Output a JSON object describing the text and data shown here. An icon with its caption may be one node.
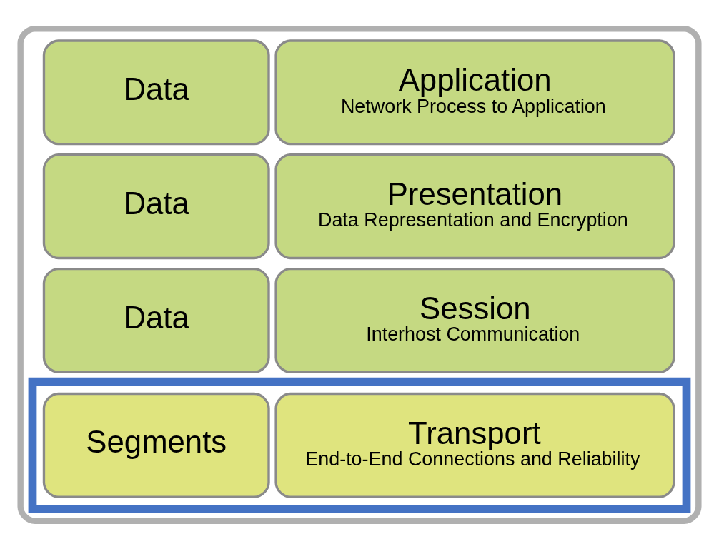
{
  "diagram": {
    "nodes": [
      {
        "text": [],
        "shape": "box"
      },
      {
        "text": [
          "Data"
        ],
        "in": 0
      },
      {
        "text": [
          "Application",
          "Network Process to Application"
        ],
        "in": 0
      },
      {
        "text": [
          "Data"
        ],
        "in": 0
      },
      {
        "text": [
          "Presentation",
          "Data Representation and Encryption"
        ],
        "in": 0
      },
      {
        "text": [
          "Data"
        ],
        "in": 0
      },
      {
        "text": [
          "Session",
          "Interhost Communication"
        ],
        "in": 0
      },
      {
        "text": [],
        "shape": "box",
        "in": 0
      },
      {
        "text": [
          "Segments"
        ],
        "in": 7
      },
      {
        "text": [
          "Transport",
          "End-to-End Connections and Reliability"
        ],
        "in": 7
      }
    ],
    "edges": []
  }
}
